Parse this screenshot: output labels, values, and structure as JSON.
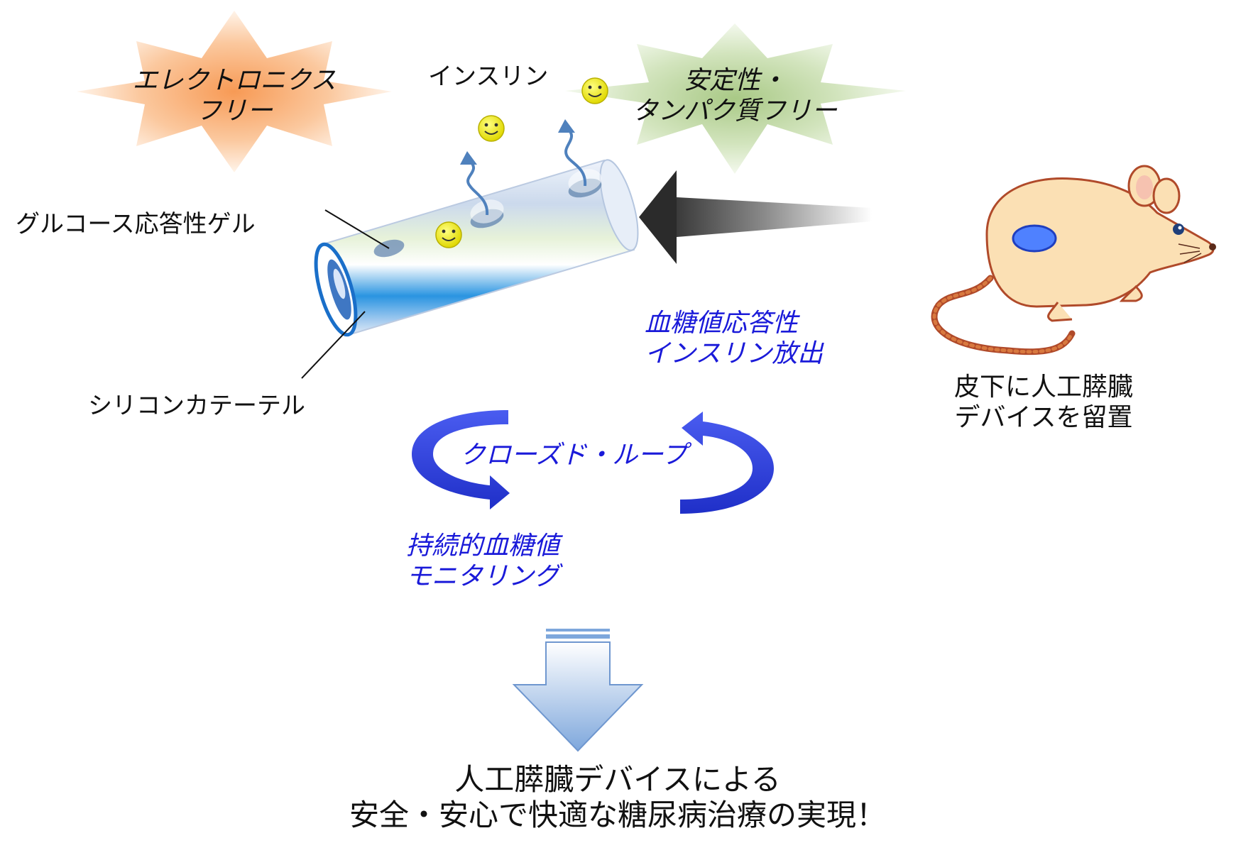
{
  "badges": {
    "left": {
      "line1": "エレクトロニクス",
      "line2": "フリー",
      "color": "#f8a56a"
    },
    "right": {
      "line1": "安定性・",
      "line2": "タンパク質フリー",
      "color": "#b9d39a"
    }
  },
  "labels": {
    "insulin": "インスリン",
    "gel": "グルコース応答性ゲル",
    "catheter": "シリコンカテーテル",
    "release_line1": "血糖値応答性",
    "release_line2": "インスリン放出",
    "loop": "クローズド・ループ",
    "monitor_line1": "持続的血糖値",
    "monitor_line2": "モニタリング",
    "implant_line1": "皮下に人工膵臓",
    "implant_line2": "デバイスを留置"
  },
  "conclusion": {
    "line1": "人工膵臓デバイスによる",
    "line2": "安全・安心で快適な糖尿病治療の実現！"
  },
  "colors": {
    "accent_text": "#1a1ad9",
    "loop_arrow": "#2f3fe0",
    "down_arrow": "#8fb4e3",
    "mouse_body": "#fbe0b4",
    "mouse_outline": "#b04a2a",
    "smiley": "#f4f000"
  }
}
